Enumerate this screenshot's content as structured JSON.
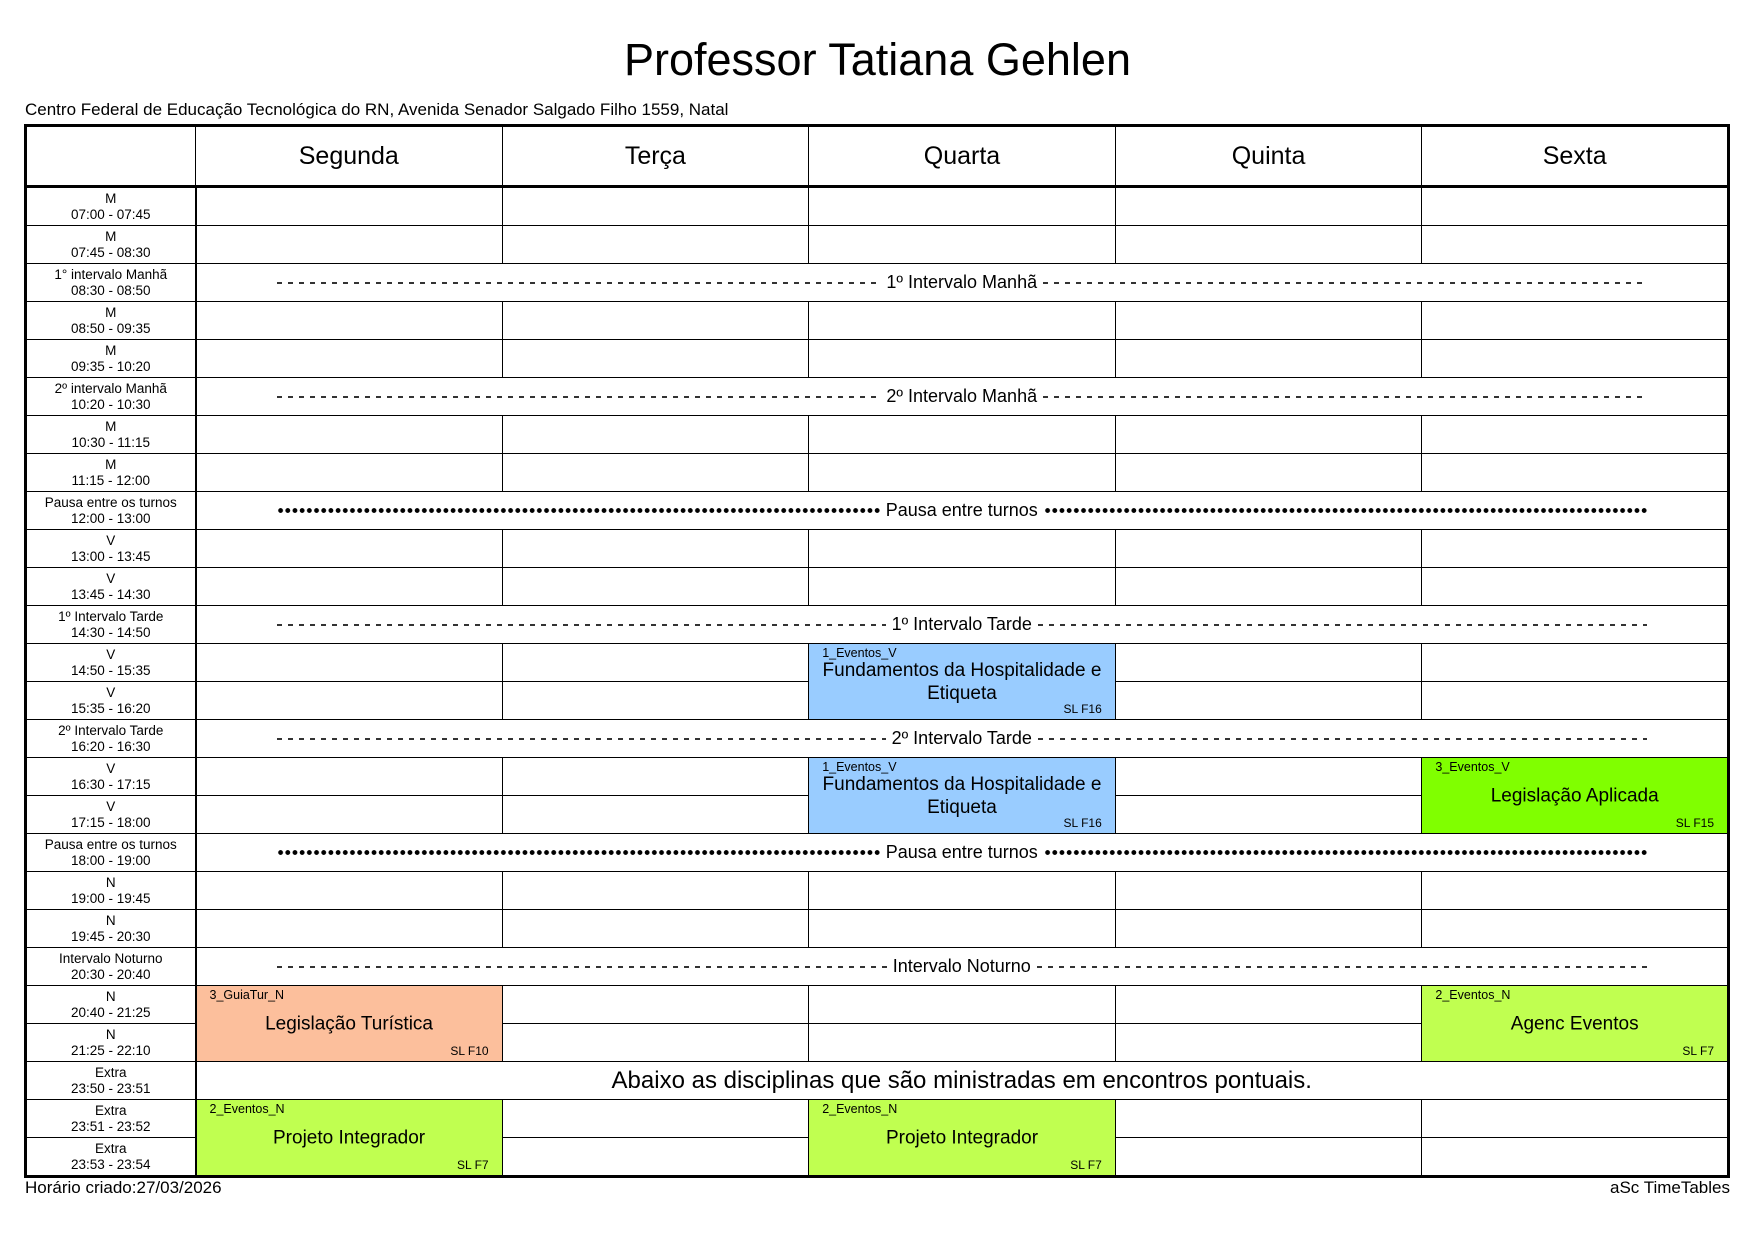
{
  "title": "Professor Tatiana Gehlen",
  "subtitle": "Centro Federal de Educação Tecnológica do RN, Avenida Senador Salgado Filho 1559, Natal",
  "footer": {
    "created": "Horário criado:27/03/2026",
    "brand": "aSc TimeTables"
  },
  "days": [
    "Segunda",
    "Terça",
    "Quarta",
    "Quinta",
    "Sexta"
  ],
  "colors": {
    "blue": "#99ccff",
    "salmon": "#fcbf9c",
    "lime": "#c0ff50",
    "green": "#80ff00"
  },
  "rows": [
    {
      "name": "M",
      "time": "07:00 - 07:45",
      "type": "period"
    },
    {
      "name": "M",
      "time": "07:45 - 08:30",
      "type": "period"
    },
    {
      "name": "1° intervalo Manhã",
      "time": "08:30 - 08:50",
      "type": "break",
      "style": "dashed",
      "label": "1º Intervalo Manhã"
    },
    {
      "name": "M",
      "time": "08:50 - 09:35",
      "type": "period"
    },
    {
      "name": "M",
      "time": "09:35 - 10:20",
      "type": "period"
    },
    {
      "name": "2º intervalo Manhã",
      "time": "10:20 - 10:30",
      "type": "break",
      "style": "dashed",
      "label": "2º Intervalo Manhã"
    },
    {
      "name": "M",
      "time": "10:30 - 11:15",
      "type": "period"
    },
    {
      "name": "M",
      "time": "11:15 - 12:00",
      "type": "period"
    },
    {
      "name": "Pausa entre os turnos",
      "time": "12:00 - 13:00",
      "type": "break",
      "style": "dotted",
      "label": "Pausa entre turnos"
    },
    {
      "name": "V",
      "time": "13:00 - 13:45",
      "type": "period"
    },
    {
      "name": "V",
      "time": "13:45 - 14:30",
      "type": "period"
    },
    {
      "name": "1º Intervalo Tarde",
      "time": "14:30 - 14:50",
      "type": "break",
      "style": "dashed",
      "label": "1º Intervalo Tarde"
    },
    {
      "name": "V",
      "time": "14:50 - 15:35",
      "type": "period"
    },
    {
      "name": "V",
      "time": "15:35 - 16:20",
      "type": "period"
    },
    {
      "name": "2º Intervalo Tarde",
      "time": "16:20 - 16:30",
      "type": "break",
      "style": "dashed",
      "label": "2º Intervalo Tarde"
    },
    {
      "name": "V",
      "time": "16:30 - 17:15",
      "type": "period"
    },
    {
      "name": "V",
      "time": "17:15 - 18:00",
      "type": "period"
    },
    {
      "name": "Pausa entre os turnos",
      "time": "18:00 - 19:00",
      "type": "break",
      "style": "dotted",
      "label": "Pausa entre turnos"
    },
    {
      "name": "N",
      "time": "19:00 - 19:45",
      "type": "period"
    },
    {
      "name": "N",
      "time": "19:45 - 20:30",
      "type": "period"
    },
    {
      "name": "Intervalo Noturno",
      "time": "20:30 - 20:40",
      "type": "break",
      "style": "dashed",
      "label": "Intervalo Noturno"
    },
    {
      "name": "N",
      "time": "20:40 - 21:25",
      "type": "period"
    },
    {
      "name": "N",
      "time": "21:25 - 22:10",
      "type": "period"
    },
    {
      "name": "Extra",
      "time": "23:50 - 23:51",
      "type": "note",
      "label": "Abaixo as disciplinas que são ministradas em encontros pontuais."
    },
    {
      "name": "Extra",
      "time": "23:51 - 23:52",
      "type": "period"
    },
    {
      "name": "Extra",
      "time": "23:53 - 23:54",
      "type": "period"
    }
  ],
  "lessons": [
    {
      "row": 12,
      "day": 2,
      "span": 2,
      "group": "1_Eventos_V",
      "subject": "Fundamentos da Hospitalidade e Etiqueta",
      "room": "SL F16",
      "color": "#99ccff"
    },
    {
      "row": 15,
      "day": 2,
      "span": 2,
      "group": "1_Eventos_V",
      "subject": "Fundamentos da Hospitalidade e Etiqueta",
      "room": "SL F16",
      "color": "#99ccff"
    },
    {
      "row": 15,
      "day": 4,
      "span": 2,
      "group": "3_Eventos_V",
      "subject": "Legislação Aplicada",
      "room": "SL F15",
      "color": "#80ff00"
    },
    {
      "row": 21,
      "day": 0,
      "span": 2,
      "group": "3_GuiaTur_N",
      "subject": "Legislação Turística",
      "room": "SL F10",
      "color": "#fcbf9c"
    },
    {
      "row": 21,
      "day": 4,
      "span": 2,
      "group": "2_Eventos_N",
      "subject": "Agenc  Eventos",
      "room": "SL F7",
      "color": "#c0ff50"
    },
    {
      "row": 24,
      "day": 0,
      "span": 2,
      "group": "2_Eventos_N",
      "subject": "Projeto Integrador",
      "room": "SL F7",
      "color": "#c0ff50"
    },
    {
      "row": 24,
      "day": 2,
      "span": 2,
      "group": "2_Eventos_N",
      "subject": "Projeto Integrador",
      "room": "SL F7",
      "color": "#c0ff50"
    }
  ]
}
